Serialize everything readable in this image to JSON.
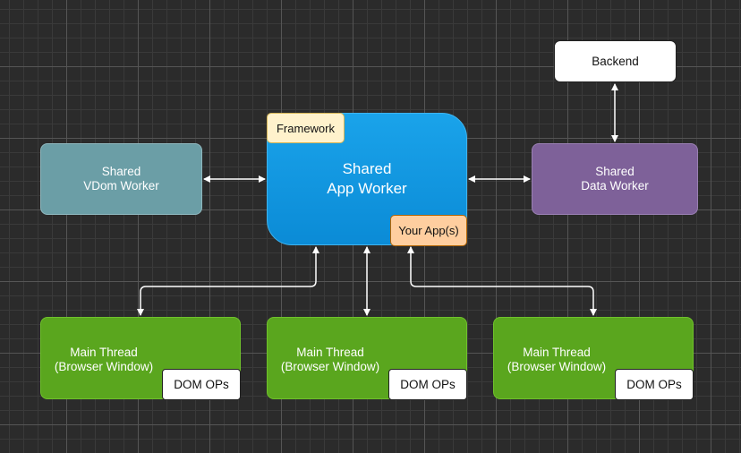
{
  "nodes": {
    "backend": "Backend",
    "vdom_worker": {
      "line1": "Shared",
      "line2": "VDom Worker"
    },
    "app_worker": {
      "line1": "Shared",
      "line2": "App Worker"
    },
    "data_worker": {
      "line1": "Shared",
      "line2": "Data Worker"
    },
    "framework_tag": "Framework",
    "your_apps_tag": "Your App(s)",
    "main_threads": [
      {
        "line1": "Main Thread",
        "line2": "(Browser Window)",
        "dom_ops": "DOM OPs"
      },
      {
        "line1": "Main Thread",
        "line2": "(Browser Window)",
        "dom_ops": "DOM OPs"
      },
      {
        "line1": "Main Thread",
        "line2": "(Browser Window)",
        "dom_ops": "DOM OPs"
      }
    ]
  },
  "colors": {
    "background": "#2b2b2b",
    "vdom": "#6b9ea6",
    "app": "#1aa3ea",
    "data": "#7e6199",
    "main": "#5aa61e",
    "framework_tag": "#fff2cc",
    "your_apps_tag": "#ffce9f",
    "connector": "#ffffff"
  }
}
